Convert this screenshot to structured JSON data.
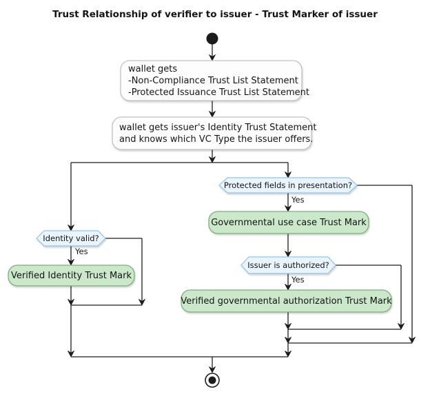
{
  "title": "Trust Relationship of verifier to issuer - Trust Marker of issuer",
  "colors": {
    "background": "#ffffff",
    "line": "#1c1c1c",
    "text": "#141414",
    "activity_fill": "#fdfdfd",
    "activity_border": "#c2c2c2",
    "decision_fill": "#eaf4fd",
    "decision_border": "#92c4ed",
    "trustmark_fill": "#cbe8ca",
    "trustmark_border": "#7fac7f"
  },
  "nodes": {
    "wallet_gets_trust_lists": {
      "lines": [
        "wallet gets",
        "-Non-Compliance Trust List Statement",
        "-Protected Issuance Trust List Statement"
      ]
    },
    "wallet_gets_identity": {
      "lines": [
        "wallet gets issuer's Identity Trust Statement",
        "and knows which VC Type the issuer offers."
      ]
    },
    "decision_protected_fields": {
      "label": "Protected fields in presentation?",
      "yes_label": "Yes"
    },
    "governmental_use_case": {
      "label": "Governmental use case Trust Mark"
    },
    "decision_issuer_authorized": {
      "label": "Issuer is authorized?",
      "yes_label": "Yes"
    },
    "verified_governmental_authorization": {
      "label": "Verified governmental authorization Trust Mark"
    },
    "decision_identity_valid": {
      "label": "Identity valid?",
      "yes_label": "Yes"
    },
    "verified_identity": {
      "label": "Verified Identity Trust Mark"
    }
  }
}
